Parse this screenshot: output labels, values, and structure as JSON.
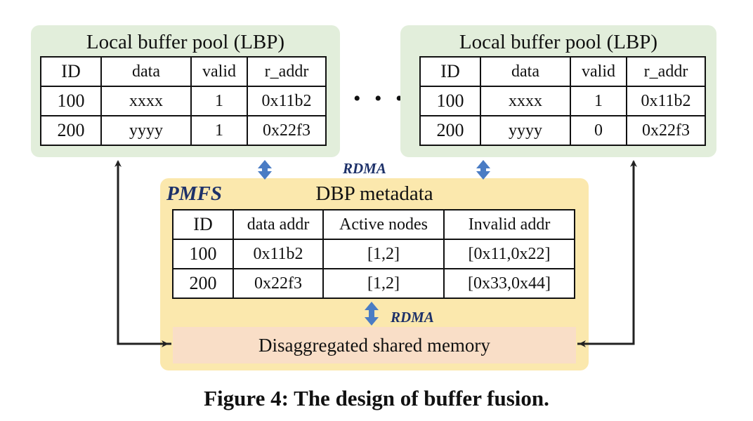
{
  "lbp_left": {
    "title": "Local buffer pool (LBP)",
    "headers": [
      "ID",
      "data",
      "valid",
      "r_addr"
    ],
    "rows": [
      [
        "100",
        "xxxx",
        "1",
        "0x11b2"
      ],
      [
        "200",
        "yyyy",
        "1",
        "0x22f3"
      ]
    ]
  },
  "lbp_right": {
    "title": "Local buffer pool (LBP)",
    "headers": [
      "ID",
      "data",
      "valid",
      "r_addr"
    ],
    "rows": [
      [
        "100",
        "xxxx",
        "1",
        "0x11b2"
      ],
      [
        "200",
        "yyyy",
        "0",
        "0x22f3"
      ]
    ]
  },
  "ellipsis": "• • •",
  "rdma_top": "RDMA",
  "rdma_bottom": "RDMA",
  "pmfs": {
    "label": "PMFS",
    "title": "DBP metadata",
    "headers": [
      "ID",
      "data addr",
      "Active nodes",
      "Invalid addr"
    ],
    "rows": [
      [
        "100",
        "0x11b2",
        "[1,2]",
        "[0x11,0x22]"
      ],
      [
        "200",
        "0x22f3",
        "[1,2]",
        "[0x33,0x44]"
      ]
    ],
    "shared_memory": "Disaggregated shared memory"
  },
  "caption": "Figure 4: The design of buffer fusion.",
  "colors": {
    "lbp_bg": "#e2eedb",
    "pmfs_bg": "#fbe8ad",
    "shared_memory_bg": "#f9dec7",
    "rdma_arrow": "#4a7cc4",
    "label_navy": "#1d3169"
  }
}
